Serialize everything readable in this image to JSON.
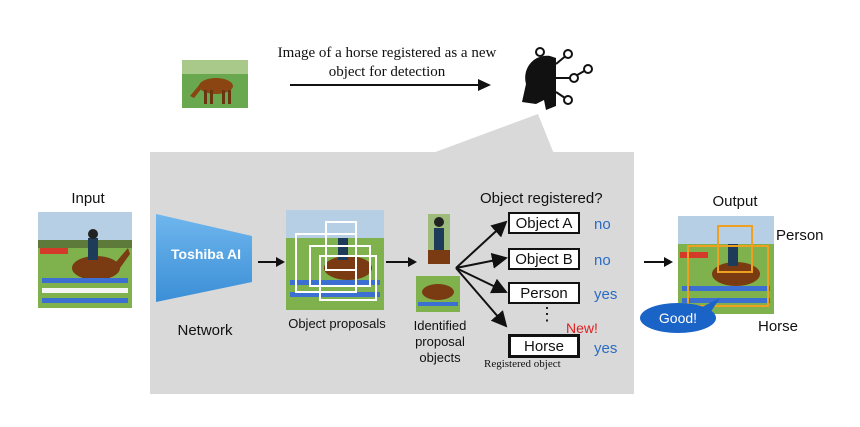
{
  "top": {
    "caption_line1": "Image of a horse registered as a new",
    "caption_line2": "object for detection"
  },
  "input_label": "Input",
  "network": {
    "badge": "Toshiba AI",
    "label": "Network"
  },
  "object_proposals_label": "Object proposals",
  "identified": {
    "line1": "Identified",
    "line2": "proposal",
    "line3": "objects"
  },
  "registered_question": "Object registered?",
  "registered_items": [
    {
      "label": "Object A",
      "answer": "no"
    },
    {
      "label": "Object B",
      "answer": "no"
    },
    {
      "label": "Person",
      "answer": "yes"
    },
    {
      "label": "Horse",
      "answer": "yes"
    }
  ],
  "ellipsis": "⋮",
  "new_label": "New!",
  "registered_object_caption": "Registered object",
  "output": {
    "label": "Output",
    "person": "Person",
    "horse": "Horse",
    "bubble": "Good!"
  },
  "colors": {
    "panel": "#d9d9d9",
    "answer": "#2b6bc4",
    "new": "#e02020",
    "network": "#4a9fe0",
    "bubble": "#1a63c7",
    "output_box": "#f0a020"
  }
}
